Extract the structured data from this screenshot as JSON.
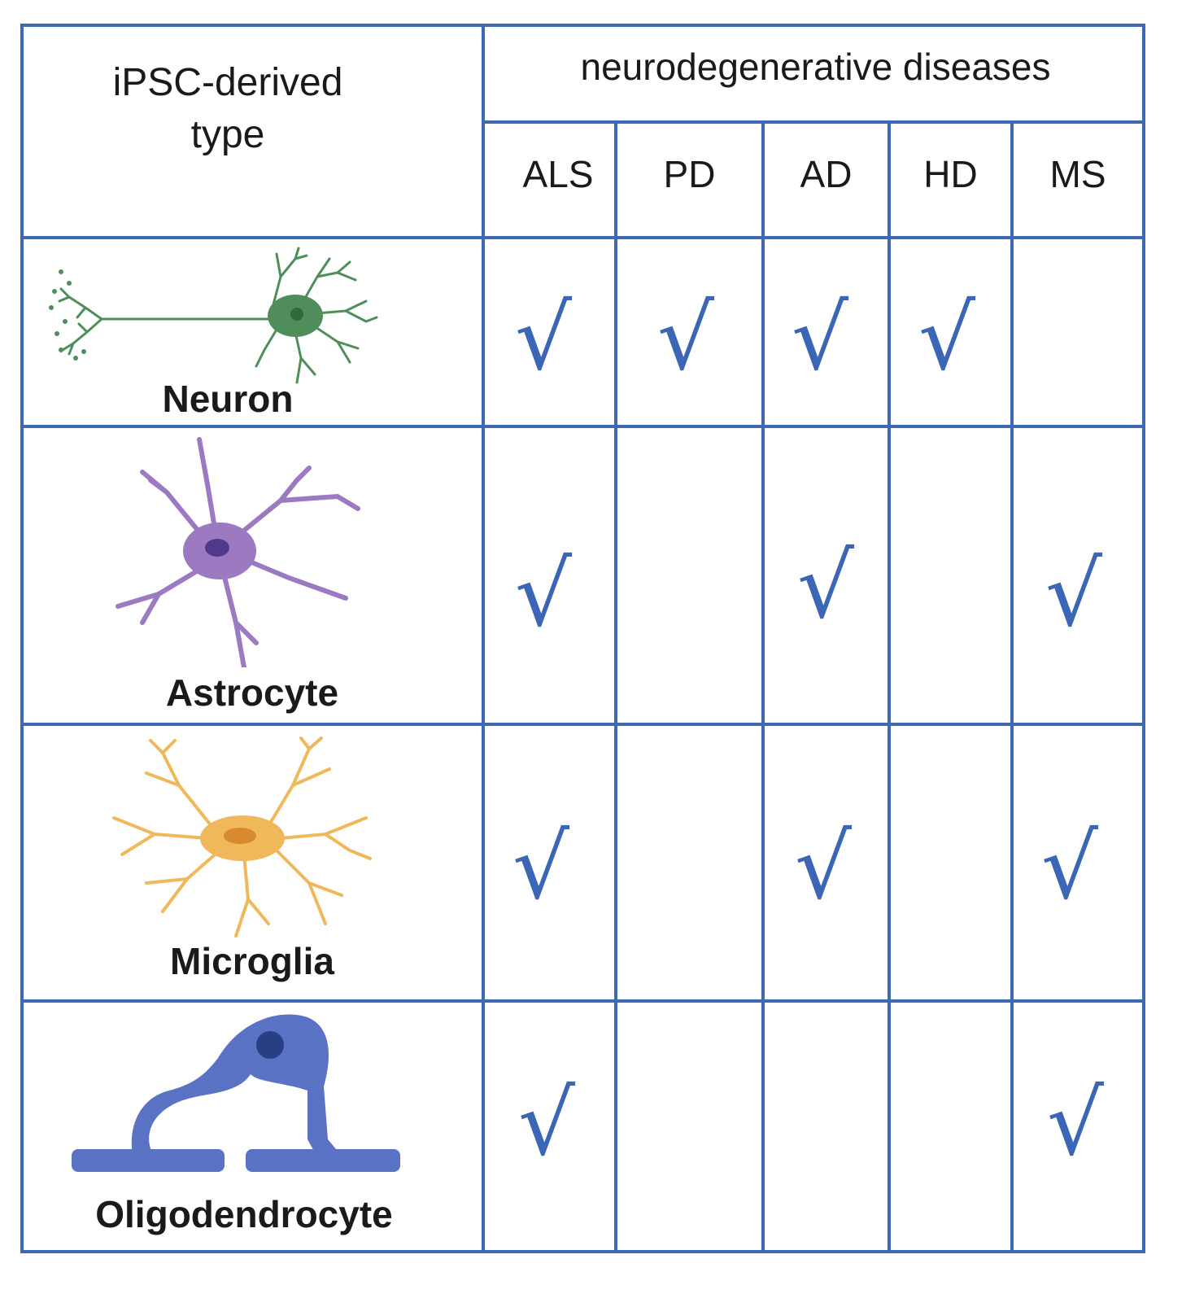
{
  "header": {
    "type_line1": "iPSC-derived",
    "type_line2": "type",
    "diseases_title": "neurodegenerative diseases"
  },
  "columns": [
    "ALS",
    "PD",
    "AD",
    "HD",
    "MS"
  ],
  "rows": [
    {
      "label": "Neuron",
      "icon": "neuron-icon",
      "marks": [
        "√",
        "√",
        "√",
        "√",
        ""
      ]
    },
    {
      "label": "Astrocyte",
      "icon": "astrocyte-icon",
      "marks": [
        "√",
        "",
        "√",
        "",
        "√"
      ]
    },
    {
      "label": "Microglia",
      "icon": "microglia-icon",
      "marks": [
        "√",
        "",
        "√",
        "",
        "√"
      ]
    },
    {
      "label": "Oligodendrocyte",
      "icon": "oligodendrocyte-icon",
      "marks": [
        "√",
        "",
        "",
        "",
        "√"
      ]
    }
  ],
  "colors": {
    "grid": "#3c68b6",
    "check": "#3a66b5",
    "neuron": "#4f8e5b",
    "astrocyte": "#9b7ac2",
    "microglia": "#efb85a",
    "oligodendrocyte": "#5a72c4"
  }
}
